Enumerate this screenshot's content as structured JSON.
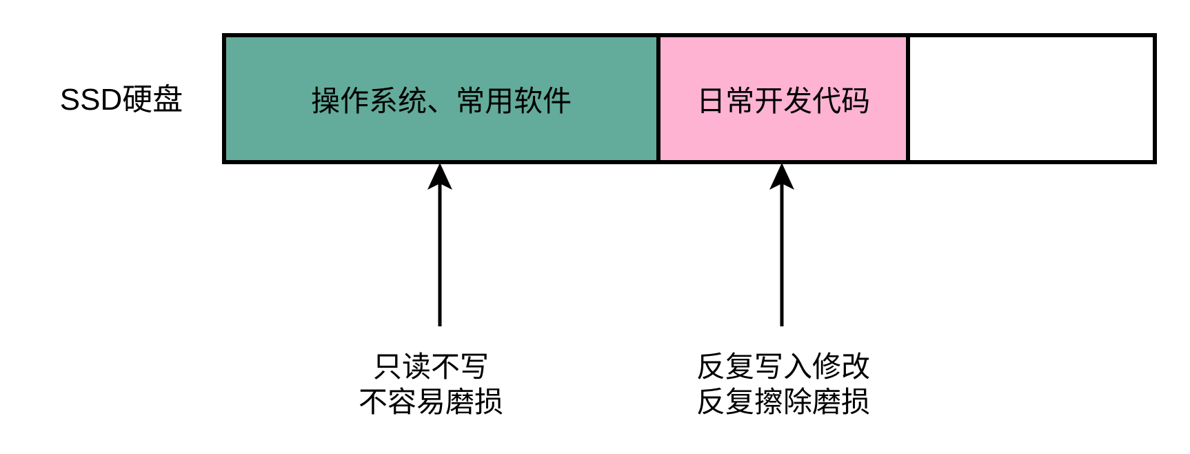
{
  "colors": {
    "background": "#ffffff",
    "border": "#000000",
    "text": "#000000",
    "segment_os": "#63ab9a",
    "segment_dev": "#ffb3d2",
    "segment_free": "#ffffff"
  },
  "diagram": {
    "disk_label": "SSD硬盘",
    "segments": [
      {
        "name": "os-software",
        "label": "操作系统、常用软件",
        "color": "#63ab9a"
      },
      {
        "name": "dev-code",
        "label": "日常开发代码",
        "color": "#ffb3d2"
      },
      {
        "name": "free-space",
        "label": "",
        "color": "#ffffff"
      }
    ],
    "annotations": [
      {
        "arrow_points_to": "os-software",
        "line1": "只读不写",
        "line2": "不容易磨损"
      },
      {
        "arrow_points_to": "dev-code",
        "line1": "反复写入修改",
        "line2": "反复擦除磨损"
      }
    ]
  }
}
